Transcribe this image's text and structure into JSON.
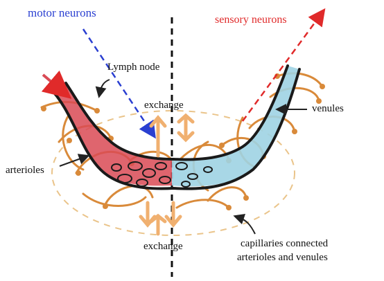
{
  "labels": {
    "motor_neurons": "motor neurons",
    "sensory_neurons": "sensory neurons",
    "lymph_node": "Lymph node",
    "exchange_top": "exchange",
    "exchange_bottom": "exchange",
    "venules": "venules",
    "arterioles": "arterioles",
    "capillaries_line1": "capillaries connected",
    "capillaries_line2": "arterioles and venules"
  },
  "colors": {
    "motor_neurons": "#2a3fd1",
    "sensory_neurons": "#e02a2a",
    "arteriole_fill": "#d94a55",
    "venule_fill": "#9fd3e3",
    "vessel_outline": "#1a1a1a",
    "nerve_fibers": "#d98a3a",
    "exchange_arrows": "#f0b070",
    "lymph_node_dashes": "#eac48a"
  }
}
